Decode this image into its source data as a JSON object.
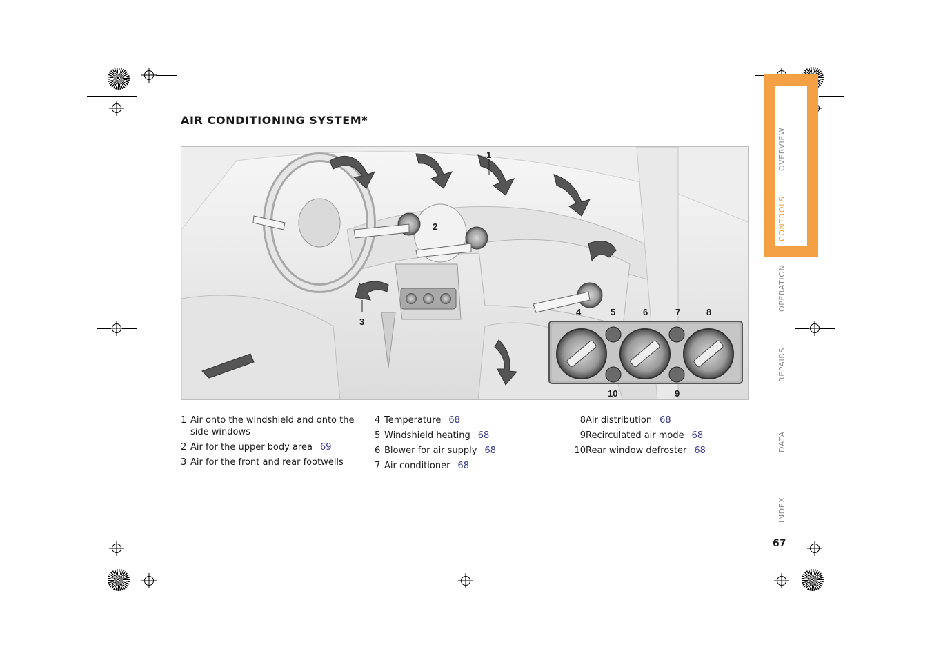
{
  "page": {
    "title": "AIR CONDITIONING SYSTEM*",
    "page_number": "67"
  },
  "figure": {
    "callouts": [
      "1",
      "2",
      "3",
      "4",
      "5",
      "6",
      "7",
      "8",
      "9",
      "10"
    ]
  },
  "legend": [
    {
      "num": "1",
      "lines": [
        "Air onto the windshield and onto the",
        "side windows"
      ],
      "ref": ""
    },
    {
      "num": "2",
      "lines": [
        "Air for the upper body area"
      ],
      "ref": "69"
    },
    {
      "num": "3",
      "lines": [
        "Air for the front and rear footwells"
      ],
      "ref": ""
    },
    {
      "num": "4",
      "lines": [
        "Temperature"
      ],
      "ref": "68"
    },
    {
      "num": "5",
      "lines": [
        "Windshield heating"
      ],
      "ref": "68"
    },
    {
      "num": "6",
      "lines": [
        "Blower for air supply"
      ],
      "ref": "68"
    },
    {
      "num": "7",
      "lines": [
        "Air conditioner"
      ],
      "ref": "68"
    },
    {
      "num": "8",
      "lines": [
        "Air distribution"
      ],
      "ref": "68"
    },
    {
      "num": "9",
      "lines": [
        "Recirculated air mode"
      ],
      "ref": "68"
    },
    {
      "num": "10",
      "lines": [
        "Rear window defroster"
      ],
      "ref": "68"
    }
  ],
  "tabs": [
    {
      "label": "OVERVIEW",
      "active": false
    },
    {
      "label": "CONTROLS",
      "active": true
    },
    {
      "label": "OPERATION",
      "active": false
    },
    {
      "label": "REPAIRS",
      "active": false
    },
    {
      "label": "DATA",
      "active": false
    },
    {
      "label": "INDEX",
      "active": false
    }
  ],
  "colors": {
    "accent": "#f4a045",
    "link": "#3a3a8c",
    "tab_inactive": "#8a8a8a"
  }
}
